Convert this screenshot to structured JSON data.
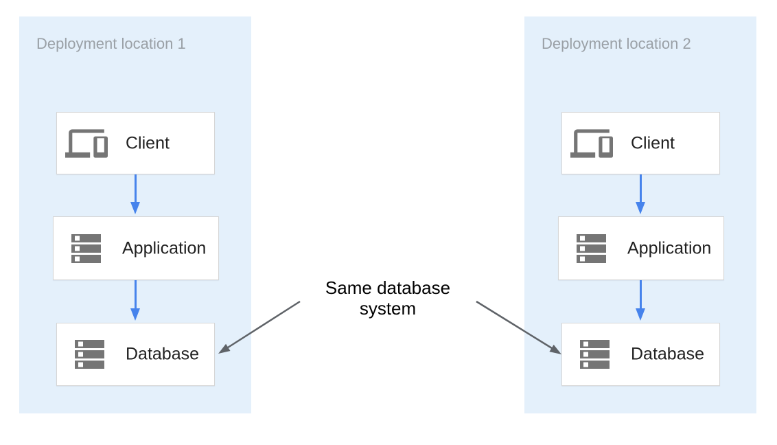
{
  "diagram": {
    "panels": [
      {
        "title": "Deployment location 1",
        "nodes": [
          {
            "label": "Client",
            "icon": "devices-icon"
          },
          {
            "label": "Application",
            "icon": "server-stack-icon"
          },
          {
            "label": "Database",
            "icon": "server-stack-icon"
          }
        ]
      },
      {
        "title": "Deployment location 2",
        "nodes": [
          {
            "label": "Client",
            "icon": "devices-icon"
          },
          {
            "label": "Application",
            "icon": "server-stack-icon"
          },
          {
            "label": "Database",
            "icon": "server-stack-icon"
          }
        ]
      }
    ],
    "annotation": {
      "label": "Same database system"
    },
    "colors": {
      "panel_bg": "#E4F0FB",
      "node_bg": "#FFFFFF",
      "node_border": "#D6D6D6",
      "flow_arrow_blue": "#4683EC",
      "annotation_arrow_gray": "#5F6368",
      "icon_gray": "#757575",
      "panel_title_gray": "#9AA0A6",
      "node_label_color": "#212121",
      "annotation_text_color": "#000000"
    }
  }
}
